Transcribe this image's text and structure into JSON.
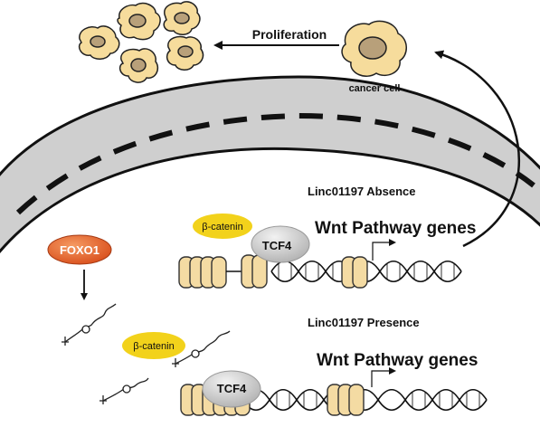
{
  "labels": {
    "proliferation": "Proliferation",
    "cancer_cell": "cancer cell",
    "absence_title": "Linc01197 Absence",
    "presence_title": "Linc01197 Presence",
    "foxo1": "FOXO1",
    "beta_catenin_top": "β-catenin",
    "beta_catenin_bottom": "β-catenin",
    "tcf4_top": "TCF4",
    "tcf4_bottom": "TCF4",
    "wnt_genes_top": "Wnt Pathway genes",
    "wnt_genes_bottom": "Wnt Pathway genes"
  },
  "colors": {
    "foxo1_fill": "#e8622a",
    "beta_catenin_fill": "#f2d21b",
    "tcf4_fill": "#d9d9d9",
    "cell_fill": "#f6dc9c",
    "nucleus_fill": "#b8a07a",
    "histone_fill": "#f4dba3",
    "membrane_fill": "#d0d0d0"
  }
}
